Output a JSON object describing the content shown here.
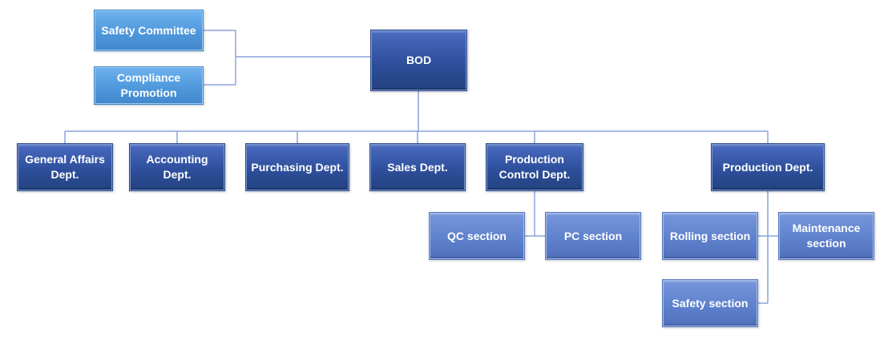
{
  "chart": {
    "boxes": {
      "bod": "BOD",
      "safety_committee": "Safety Committee",
      "compliance_promotion": "Compliance Promotion",
      "general_affairs": "General Affairs Dept.",
      "accounting": "Accounting Dept.",
      "purchasing": "Purchasing Dept.",
      "sales": "Sales Dept.",
      "production_control": "Production Control Dept.",
      "production": "Production Dept.",
      "qc_section": "QC section",
      "pc_section": "PC section",
      "rolling_section": "Rolling section",
      "maintenance_section": "Maintenance section",
      "safety_section": "Safety section"
    }
  },
  "colors": {
    "connector": "#8aa4dc",
    "top_level": "#2e4f9c",
    "section_level": "#5f82cd",
    "advisory": "#4f98dc"
  }
}
